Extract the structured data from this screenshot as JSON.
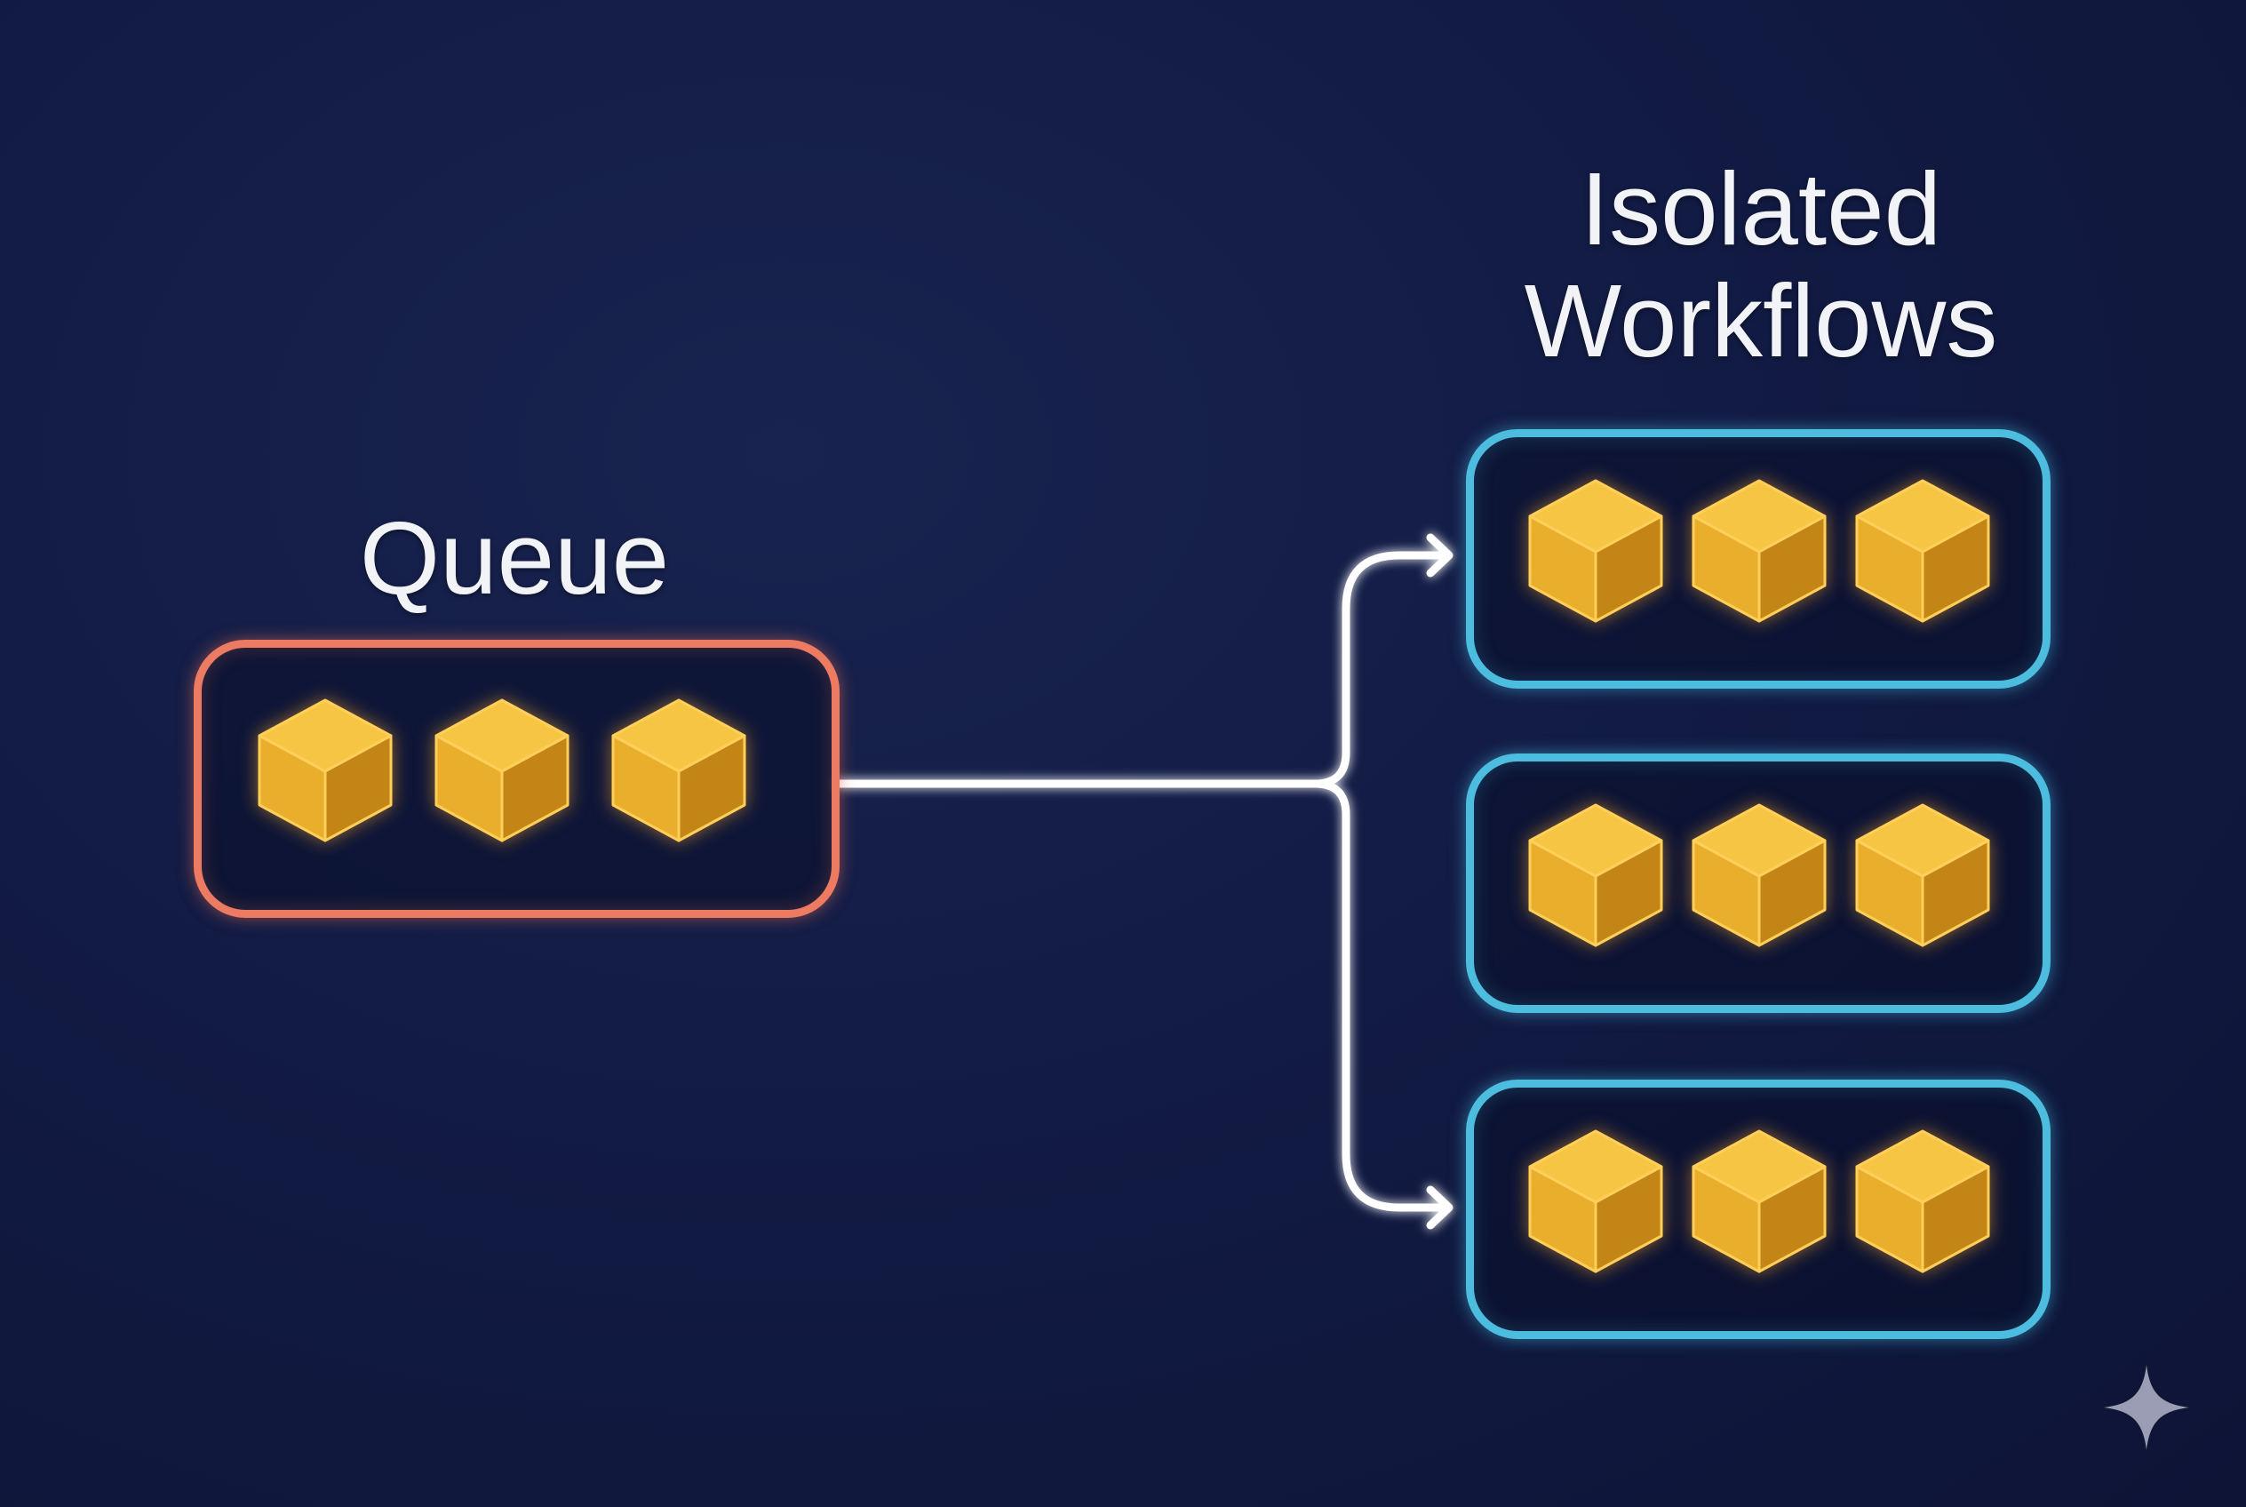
{
  "diagram": {
    "queue": {
      "label": "Queue",
      "item_count": 3,
      "item_icon": "cube-icon",
      "border_color": "#ec7b62"
    },
    "workflows": {
      "title_lines": [
        "Isolated",
        "Workflows"
      ],
      "border_color": "#4cbddf",
      "boxes": [
        {
          "item_count": 3,
          "item_icon": "cube-icon"
        },
        {
          "item_count": 3,
          "item_icon": "cube-icon"
        },
        {
          "item_count": 3,
          "item_icon": "cube-icon"
        }
      ]
    },
    "connector": {
      "from": "queue",
      "to": [
        "workflow-1",
        "workflow-3"
      ],
      "style": "branching-arrow",
      "color": "#ffffff"
    },
    "colors": {
      "background": "#131c46",
      "cube_top": "#f7c544",
      "cube_left": "#e8ae2c",
      "cube_right": "#c48517",
      "text": "#f2f3f6"
    },
    "watermark_icon": "sparkle-icon"
  }
}
